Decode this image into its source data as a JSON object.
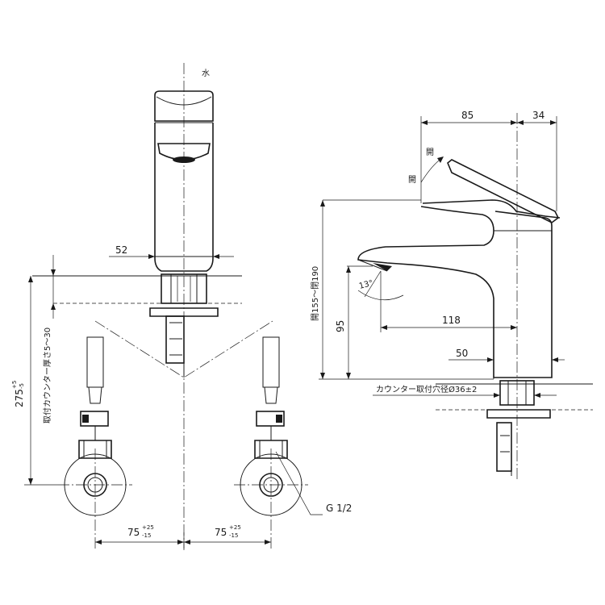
{
  "front_view": {
    "water_label": "水",
    "dim_spout_width": "52",
    "dim_height_base": "275",
    "dim_height_tol_upper": "+5",
    "dim_height_tol_lower": "-5",
    "dim_counter_thickness": "取付カウンター厚さ5～30",
    "dim_pitch_left_base": "75",
    "dim_pitch_left_tol_upper": "+25",
    "dim_pitch_left_tol_lower": "-15",
    "dim_pitch_right_base": "75",
    "dim_pitch_right_tol_upper": "+25",
    "dim_pitch_right_tol_lower": "-15",
    "thread_label": "G 1/2"
  },
  "side_view": {
    "dim_lever_length": "85",
    "dim_lever_rear": "34",
    "label_open_top": "開",
    "label_open_left": "開",
    "dim_total_height": "開155～閉190",
    "dim_angle": "13°",
    "dim_spout_height": "95",
    "dim_spout_reach": "118",
    "dim_body_offset": "50",
    "dim_counter_hole": "カウンター取付穴径Ø36±2"
  }
}
